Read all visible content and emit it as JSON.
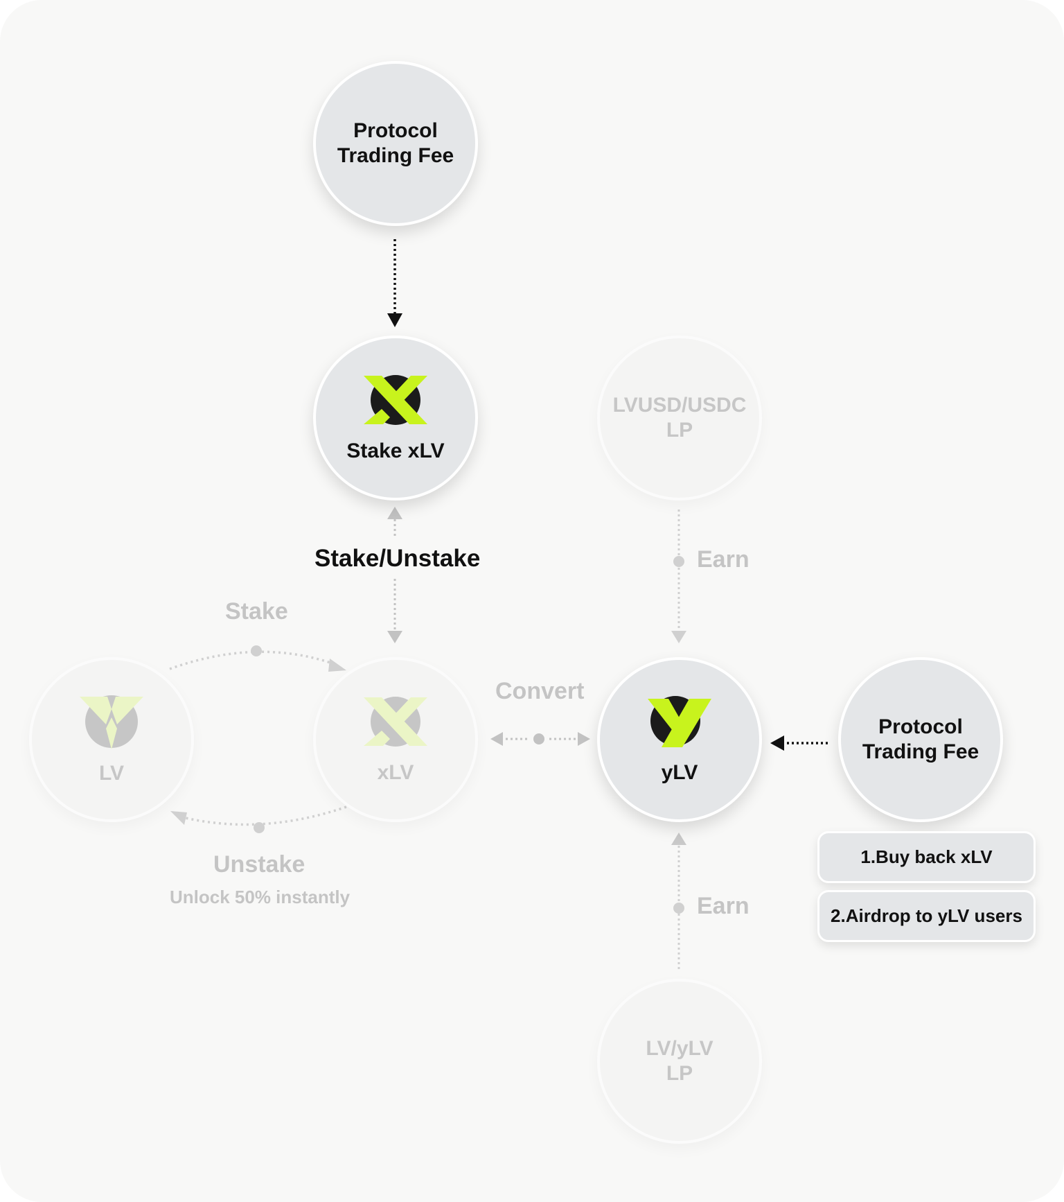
{
  "nodes": {
    "fee_top": {
      "text": "Protocol\nTrading Fee"
    },
    "stake_xlv": {
      "label": "Stake xLV",
      "icon": "xlv-logo-icon"
    },
    "lvusd_lp": {
      "text": "LVUSD/USDC\nLP"
    },
    "lv": {
      "label": "LV",
      "icon": "lv-logo-icon"
    },
    "xlv": {
      "label": "xLV",
      "icon": "xlv-logo-icon"
    },
    "ylv": {
      "label": "yLV",
      "icon": "ylv-logo-icon"
    },
    "fee_right": {
      "text": "Protocol\nTrading Fee"
    },
    "lv_ylv_lp": {
      "text": "LV/yLV\nLP"
    }
  },
  "labels": {
    "stake_unstake": "Stake/Unstake",
    "earn_top": "Earn",
    "stake": "Stake",
    "convert": "Convert",
    "unstake": "Unstake",
    "unlock": "Unlock 50% instantly",
    "earn_bottom": "Earn"
  },
  "actions": [
    "1.Buy back xLV",
    "2.Airdrop to yLV users"
  ],
  "colors": {
    "accent": "#c8f31d",
    "logo_dark": "#1b1b1b",
    "active_node": "#e4e6e8",
    "faded_text": "#c4c4c4",
    "background": "#f8f8f7"
  }
}
